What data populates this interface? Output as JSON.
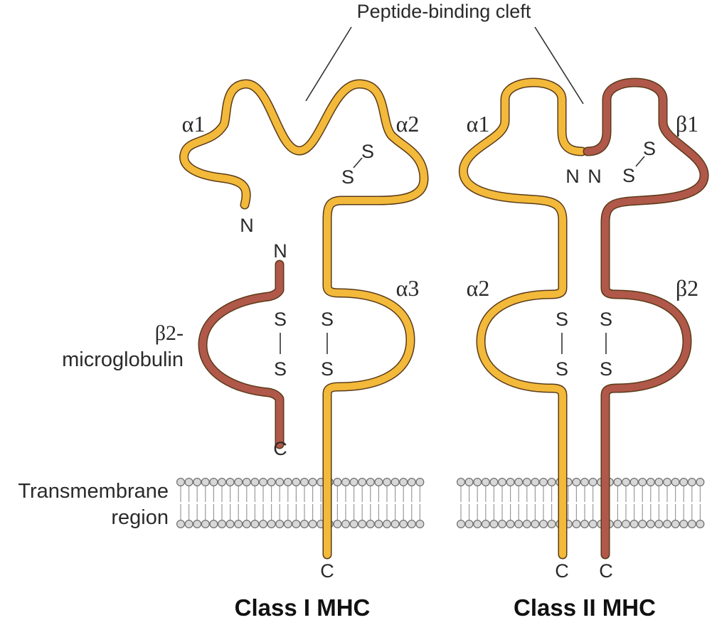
{
  "colors": {
    "alpha_chain": "#f2b93a",
    "beta_chain": "#b0584a",
    "membrane_head": "#d8d8d8",
    "membrane_tail": "#9a9a9a"
  },
  "labels": {
    "cleft": "Peptide-binding cleft",
    "transmembrane_1": "Transmembrane",
    "transmembrane_2": "region",
    "b2m_1": "β2-",
    "b2m_2": "microglobulin"
  },
  "class1": {
    "title": "Class I MHC",
    "a1": "α1",
    "a2": "α2",
    "a3": "α3",
    "n_alpha": "N",
    "n_b2m": "N",
    "c_b2m": "C",
    "c_alpha": "C",
    "s": "S"
  },
  "class2": {
    "title": "Class II MHC",
    "a1": "α1",
    "a2": "α2",
    "b1": "β1",
    "b2": "β2",
    "n_alpha": "N",
    "n_beta": "N",
    "c_alpha": "C",
    "c_beta": "C",
    "s": "S"
  }
}
